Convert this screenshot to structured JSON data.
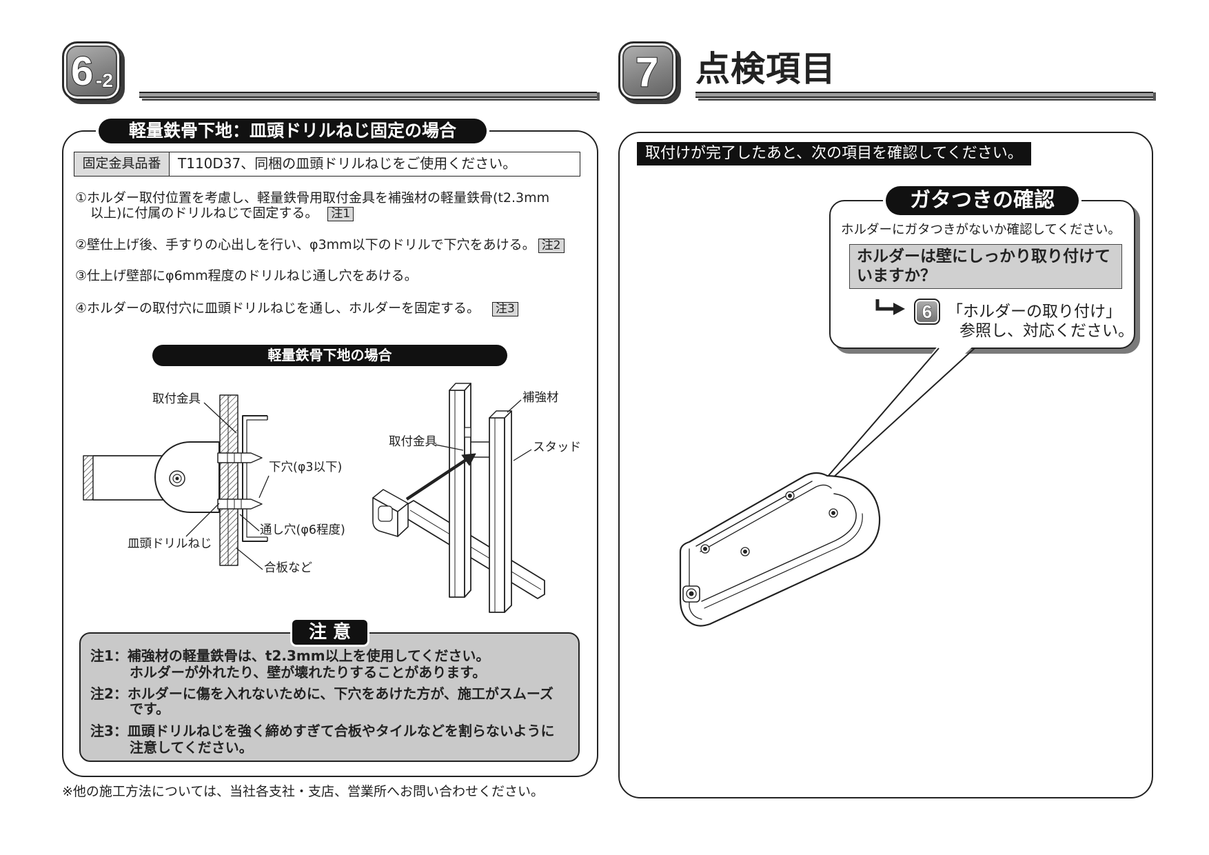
{
  "left_section": {
    "badge_number": "6",
    "badge_suffix": "-2"
  },
  "fixing_panel": {
    "heading": "軽量鉄骨下地：皿頭ドリルねじ固定の場合",
    "part_number_label": "固定金具品番",
    "part_number_value": "T110D37、同梱の皿頭ドリルねじをご使用ください。",
    "steps": [
      {
        "lines": [
          "①ホルダー取付位置を考慮し、軽量鉄骨用取付金具を補強材の軽量鉄骨(t2.3mm",
          "以上)に付属のドリルねじで固定する。"
        ],
        "note": "注1"
      },
      {
        "lines": [
          "②壁仕上げ後、手すりの心出しを行い、φ3mm以下のドリルで下穴をあける。"
        ],
        "note": "注2"
      },
      {
        "lines": [
          "③仕上げ壁部にφ6mm程度のドリルねじ通し穴をあける。"
        ]
      },
      {
        "lines": [
          "④ホルダーの取付穴に皿頭ドリルねじを通し、ホルダーを固定する。"
        ],
        "note": "注3"
      }
    ],
    "diagram": {
      "title": "軽量鉄骨下地の場合",
      "labels": {
        "bracket_left": "取付金具",
        "pilot_hole": "下穴(φ3以下)",
        "through_hole": "通し穴(φ6程度)",
        "screw": "皿頭ドリルねじ",
        "plywood": "合板など",
        "reinforcement": "補強材",
        "bracket_right": "取付金具",
        "stud": "スタッド"
      }
    },
    "caution": {
      "title": "注 意",
      "notes": [
        {
          "prefix": "注1：",
          "lines": [
            "補強材の軽量鉄骨は、t2.3mm以上を使用してください。",
            "ホルダーが外れたり、壁が壊れたりすることがあります。"
          ]
        },
        {
          "prefix": "注2：",
          "lines": [
            "ホルダーに傷を入れないために、下穴をあけた方が、施工がスムーズ",
            "です。"
          ]
        },
        {
          "prefix": "注3：",
          "lines": [
            "皿頭ドリルねじを強く締めすぎて合板やタイルなどを割らないように",
            "注意してください。"
          ]
        }
      ]
    }
  },
  "footer_note": "※他の施工方法については、当社各支社・支店、営業所へお問い合わせください。",
  "inspection_section": {
    "badge_number": "7",
    "title": "点検項目",
    "intro": "取付けが完了したあと、次の項目を確認してください。",
    "check": {
      "title": "ガタつきの確認",
      "instruction": "ホルダーにガタつきがないか確認してください。",
      "question_lines": [
        "ホルダーは壁にしっかり取り付けて",
        "いますか？"
      ],
      "reference_badge": "6",
      "reference_lines": [
        "「ホルダーの取り付け」",
        "参照し、対応ください。"
      ]
    }
  },
  "colors": {
    "ink": "#222222",
    "caution_fill": "#c9c9c9",
    "question_fill": "#d0d0d0"
  }
}
